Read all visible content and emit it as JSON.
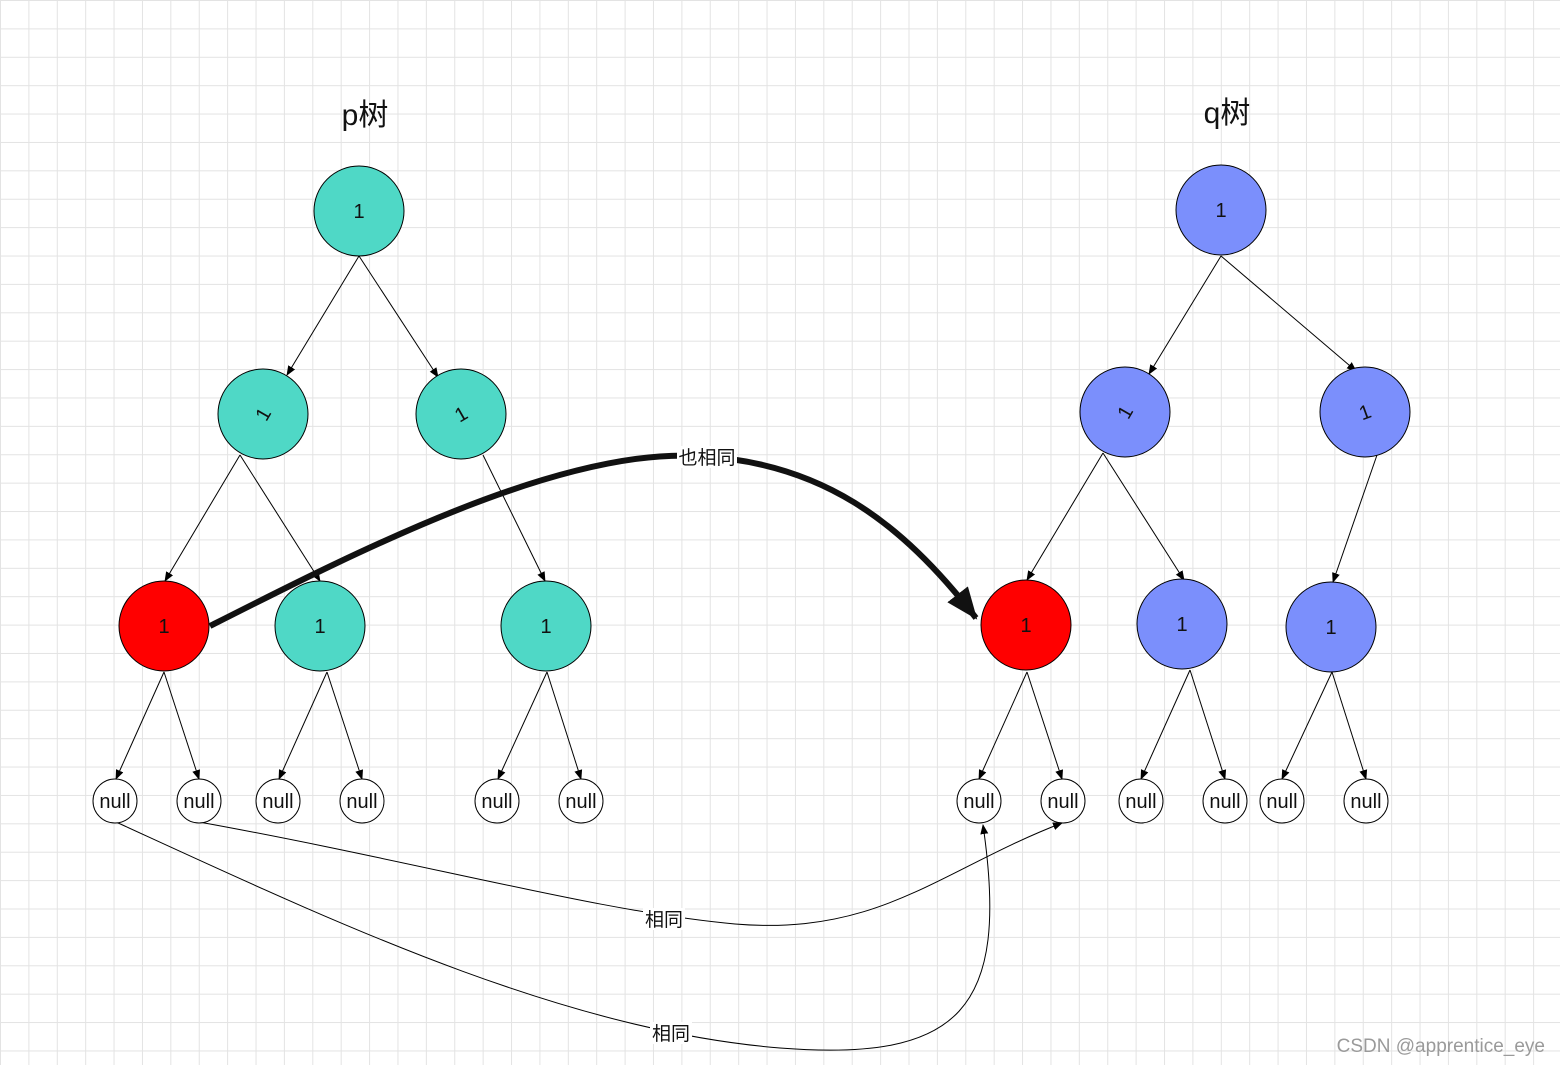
{
  "colors": {
    "p_tree_node": "#4fd8c6",
    "q_tree_node": "#7b8ffc",
    "highlighted_node": "#ff0000",
    "null_node": "#ffffff",
    "stroke": "#000000",
    "thick_arrow": "#111111"
  },
  "titles": {
    "p_tree": "p树",
    "q_tree": "q树"
  },
  "node_value": "1",
  "null_label": "null",
  "p_tree": {
    "root": "1",
    "level2": [
      "1",
      "1"
    ],
    "level3": [
      "1",
      "1",
      "1"
    ],
    "highlighted_level3_index": 0
  },
  "q_tree": {
    "root": "1",
    "level2": [
      "1",
      "1"
    ],
    "level3": [
      "1",
      "1",
      "1"
    ],
    "highlighted_level3_index": 0
  },
  "edge_labels": {
    "also_same": "也相同",
    "same_1": "相同",
    "same_2": "相同"
  },
  "watermark": "CSDN @apprentice_eye"
}
